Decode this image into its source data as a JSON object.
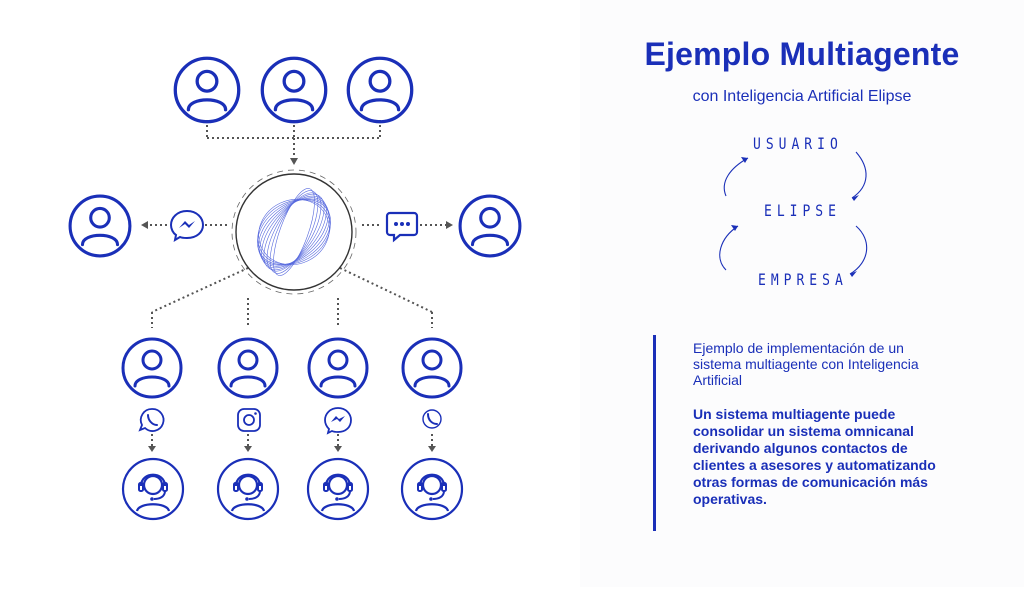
{
  "header": {
    "title": "Ejemplo Multiagente",
    "subtitle": "con Inteligencia Artificial Elipse"
  },
  "flow": {
    "labels": [
      "USUARIO",
      "ELIPSE",
      "EMPRESA"
    ]
  },
  "description": {
    "intro": "Ejemplo de implementación de un sistema multiagente con Inteligencia Artificial",
    "body": "Un sistema multiagente puede consolidar un sistema omnicanal derivando algunos contactos de clientes a asesores y automatizando otras formas de comunicación más operativas."
  },
  "diagram": {
    "top_users": 3,
    "side_channels": [
      "messenger-icon",
      "chat-bubble-icon"
    ],
    "bottom_channels": [
      "whatsapp-icon",
      "instagram-icon",
      "messenger-icon",
      "phone-icon"
    ],
    "agents": 4
  },
  "colors": {
    "brand": "#1a2fb8",
    "connector": "#555555"
  }
}
